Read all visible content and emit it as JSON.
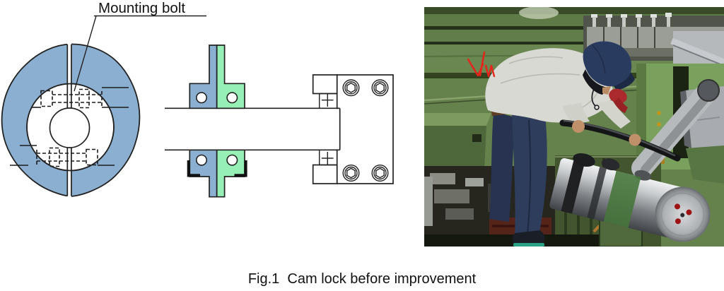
{
  "figure": {
    "caption": "Fig.1  Cam lock before improvement"
  },
  "front_view": {
    "label": "Mounting bolt",
    "ring_fill": "#8bafd0",
    "line_color": "#222222"
  },
  "section_view": {
    "left_half_fill": "#8bafd0",
    "right_half_fill": "#96efb5",
    "line_color": "#222222"
  },
  "photo": {
    "description": "Operator in white shirt and navy cap bending over a green gear machine, pulling a long black lever on the cam shaft",
    "machine_green": "#66824c",
    "annotation_red": "#e8231a"
  }
}
